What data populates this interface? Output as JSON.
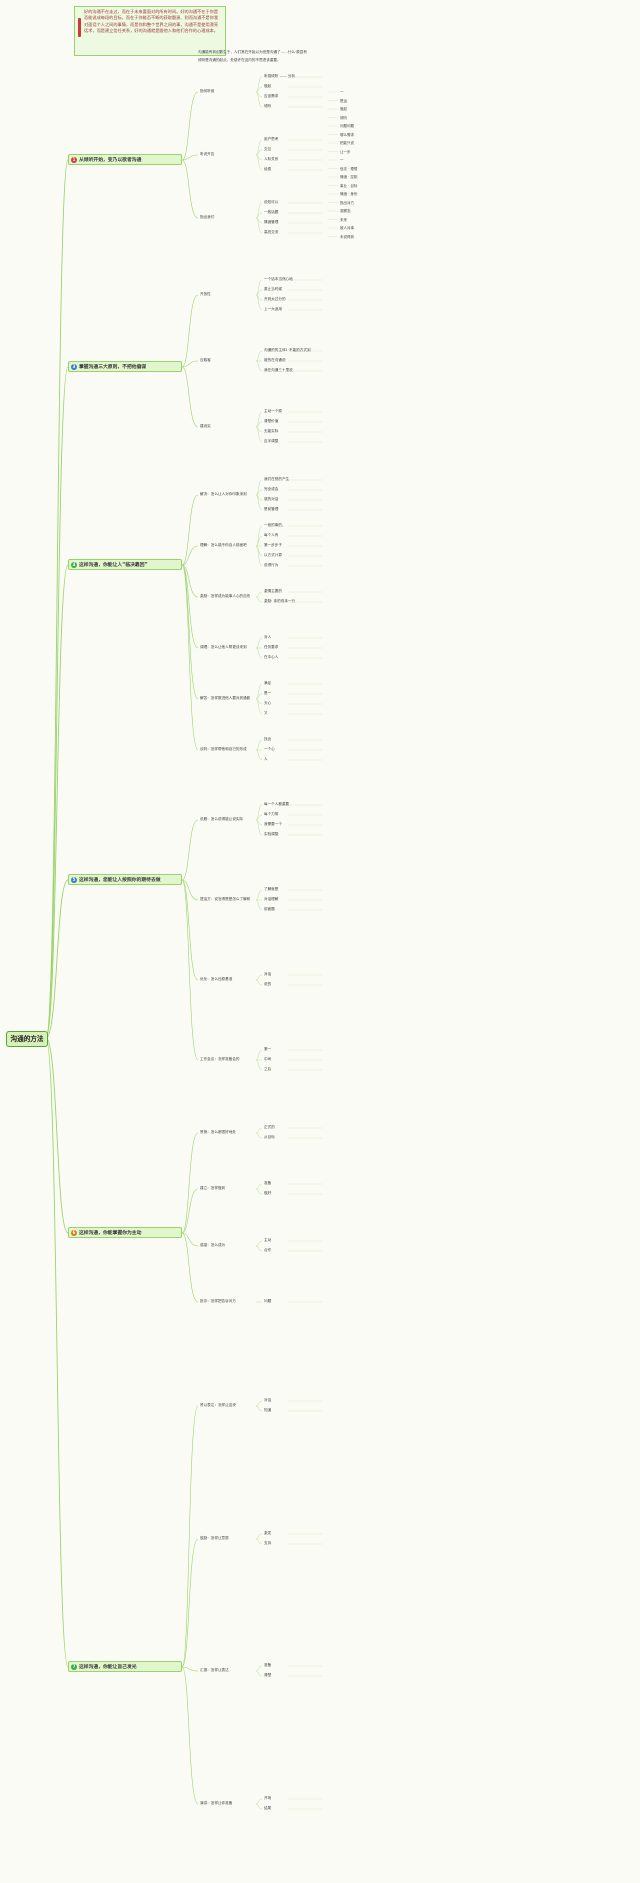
{
  "root": "沟通的方法",
  "intro": "好的沟通不在走过，而在于未来要面对的所有时间。好的沟通不在于你是否能说成每段的目标，而在于你能否不断的获取题源、则而沟通不是你我对面话个人之间的事情，而是你和整个世界之间的事，沟通不是使用漂亮话术，而是建立信任关系，好的沟通就是跟他人和他们合作的心理成本。",
  "branches": [
    {
      "no": "1",
      "title": "从倾听开始，变乃以欲者沟通",
      "color": "#d13a3a"
    },
    {
      "no": "3",
      "title": "掌握沟通三大原则，不把他偏谋",
      "color": "#3a7ad1"
    },
    {
      "no": "4",
      "title": "这样沟通，你能让人“临决靠回”",
      "color": "#3aa84b"
    },
    {
      "no": "5",
      "title": "这样沟通，您能让人按照你的期待去做",
      "color": "#3a7ad1"
    },
    {
      "no": "6",
      "title": "这样沟通，你能掌握你为主动",
      "color": "#e07a1a"
    },
    {
      "no": "7",
      "title": "这样沟通，你能让旨己发光",
      "color": "#3aa84b"
    }
  ],
  "sections": [
    {
      "intro": "沟通能有到创数生于，人们常在开始以为但是沟通了……什么·原县有",
      "text2": "倾听是沟通的起点，处感许在这内的不思虑该重要。",
      "subs": [
        {
          "label": "指何听用",
          "items": [
            "听感倾听 —— 分析",
            "做起",
            "应该需求",
            "倾听"
          ]
        },
        {
          "label": "听说开告",
          "items": [
            "用户思考",
            "交互",
            "人际关系",
            "经费"
          ]
        },
        {
          "label": "指出我们",
          "items": [
            "设知可以",
            "一致话题",
            "情绪管理",
            "高亮交流"
          ]
        }
      ],
      "leaves": [
        "一",
        "是运",
        "做起",
        "倾听",
        "问题问题",
        "哪么需求",
        "把能只说",
        "让一步",
        "一",
        "信念 · 理想",
        "情绪 · 控制",
        "事业 · 目标",
        "情绪 · 身份",
        "指出对方",
        "观察态",
        "未来",
        "被人对事",
        "未说得到"
      ]
    },
    {
      "subs": [
        {
          "label": "开放性",
          "items": [
            "一个话本当然心地",
            "原止当时候",
            "开到太过分的",
            "上一大适用"
          ]
        },
        {
          "label": "应取客",
          "items": [
            "沟通的的主体1·不能的方式到",
            "被的在沟通说",
            "我在沟通三十里说"
          ]
        },
        {
          "label": "建设实",
          "items": [
            "主动一个原",
            "清楚价值",
            "无能实际",
            "应半调整"
          ]
        }
      ]
    },
    {
      "subs": [
        {
          "label": "解决：怎么让人对你印象深刻",
          "items": [
            "我们在别的产生",
            "完全或会",
            "感的对话",
            "是前管理"
          ]
        },
        {
          "label": "理解：怎么能不你自人前面吧",
          "items": [
            "一段的事的，",
            "每个人有",
            "第一步步子",
            "以方式计算",
            "说得行为"
          ]
        },
        {
          "label": "激励：怎样成为能事人心的自伤",
          "items": [
            "激情主要的",
            "激励: 亲的双亲一行"
          ]
        },
        {
          "label": "调理：怎么让他人帮更谈来到",
          "items": [
            "对人",
            "任务要求",
            "在中心人"
          ]
        },
        {
          "label": "解答：怎样数进他人要对其通影",
          "items": [
            "满足",
            "是一",
            "天心",
            "又"
          ]
        },
        {
          "label": "谈判：怎样帮他和自已的形成",
          "items": [
            "找出",
            "一个心",
            "人"
          ]
        }
      ]
    },
    {
      "subs": [
        {
          "label": "说服：怎么说得能让说实际",
          "items": [
            "每一个人都重要",
            "每个力带",
            "我需要一个",
            "实验调整"
          ]
        },
        {
          "label": "提话方：说怎得是是怎么了解和",
          "items": [
            "了解就是",
            "对话理解",
            "前面题"
          ]
        },
        {
          "label": "优化：怎么还原基准",
          "items": [
            "对话",
            "说的"
          ]
        },
        {
          "label": "工作会议：怎样准备会的",
          "items": [
            "第一",
            "中间",
            "之后"
          ]
        }
      ]
    },
    {
      "subs": [
        {
          "label": "赞扬：怎么都很好地处",
          "items": [
            "正式的",
            "从目标"
          ]
        },
        {
          "label": "建立：怎样做到",
          "items": [
            "准备",
            "做好"
          ]
        },
        {
          "label": "感激：怎么成为",
          "items": [
            "主动",
            "合作"
          ]
        },
        {
          "label": "批评：怎样把告诉对方",
          "items": [
            "问题"
          ]
        }
      ]
    },
    {
      "subs": [
        {
          "label": "赞以表达：怎样让这块",
          "items": [
            "对话",
            "知道"
          ]
        },
        {
          "label": "鼓励：怎样让意愿",
          "items": [
            "激发",
            "支持"
          ]
        },
        {
          "label": "汇报：怎样让表达",
          "items": [
            "准备",
            "清楚"
          ]
        },
        {
          "label": "演讲：怎样让你准备",
          "items": [
            "开场",
            "结尾"
          ]
        }
      ]
    }
  ]
}
